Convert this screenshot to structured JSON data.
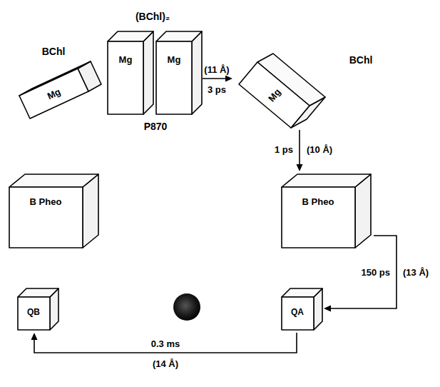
{
  "diagram": {
    "nodes": [
      {
        "text": [
          "BChl",
          "Mg"
        ]
      },
      {
        "text": [
          "Mg"
        ]
      },
      {
        "text": [
          "Mg"
        ]
      },
      {
        "text": [
          "BChl",
          "Mg"
        ]
      },
      {
        "text": [
          "B Pheo"
        ]
      },
      {
        "text": [
          "B Pheo"
        ]
      },
      {
        "text": [
          "QB"
        ]
      },
      {
        "text": [
          "QA"
        ]
      }
    ],
    "edges": [
      {
        "from": 2,
        "to": 3,
        "arrow": "to",
        "label": "3 ps"
      },
      {
        "from": 3,
        "to": 5,
        "arrow": "to",
        "label": "1 ps"
      },
      {
        "from": 5,
        "to": 7,
        "arrow": "to",
        "label": "150 ps"
      },
      {
        "from": 7,
        "to": 6,
        "arrow": "to",
        "label": "0.3 ms"
      }
    ],
    "labels": [
      "(BChl)₂",
      "P870",
      "(11 Å)",
      "(10 Å)",
      "(13 Å)",
      "(14 Å)"
    ]
  }
}
